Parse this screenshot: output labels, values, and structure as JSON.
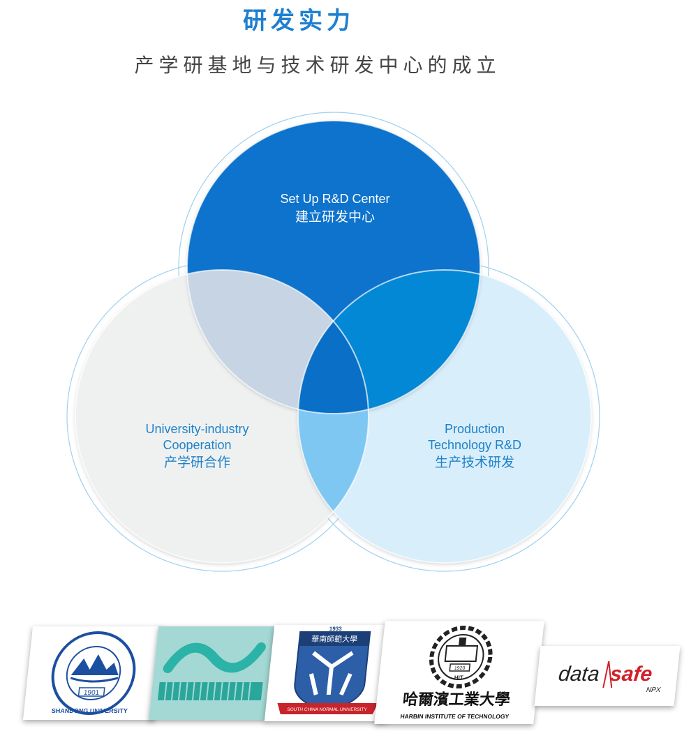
{
  "header": {
    "title": "研发实力",
    "subtitle": "产学研基地与技术研发中心的成立"
  },
  "venn": {
    "top": {
      "en": "Set Up R&D Center",
      "cn": "建立研发中心"
    },
    "left": {
      "en_line1": "University-industry",
      "en_line2": "Cooperation",
      "cn": "产学研合作"
    },
    "right": {
      "en_line1": "Production",
      "en_line2": "Technology R&D",
      "cn": "生产技术研发"
    }
  },
  "logos": {
    "shandong": {
      "name": "SHANDONG UNIVERSITY",
      "year": "1901"
    },
    "south_china": {
      "name": "SOUTH CHINA NORMAL UNIVERSITY",
      "year": "1933",
      "cn": "華南師範大學"
    },
    "harbin": {
      "name": "HARBIN INSTITUTE OF TECHNOLOGY",
      "year": "1920",
      "abbr": "HIT",
      "cn": "哈爾濱工業大學"
    },
    "datasafe": {
      "part1": "data",
      "part2": "safe",
      "sub": "NPX"
    }
  },
  "colors": {
    "title_blue": "#1e7fd0",
    "circle_top": "#0a73cc",
    "circle_left": "#eff1f1",
    "circle_right": "#d9eefb",
    "label_blue": "#1f82c9"
  }
}
